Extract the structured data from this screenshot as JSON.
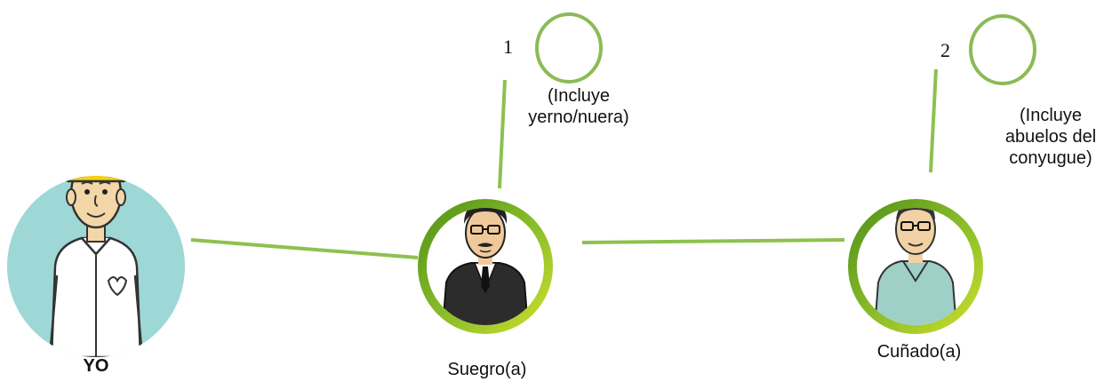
{
  "nodes": {
    "yo": {
      "label": "YO"
    },
    "suegro": {
      "label": "Suegro(a)"
    },
    "cunado": {
      "label": "Cuñado(a)"
    }
  },
  "branches": [
    {
      "number": "1",
      "note_line1": "(Incluye",
      "note_line2": "yerno/nuera)"
    },
    {
      "number": "2",
      "note_line1": "(Incluye",
      "note_line2": "abuelos del",
      "note_line3": "conyugue)"
    }
  ],
  "colors": {
    "connector": "#8dc14f",
    "ring_outer": "#5e9f1f",
    "ring_inner": "#c3d92b",
    "yo_fill": "#9ed8d6",
    "small_ring": "#8bbb55"
  }
}
